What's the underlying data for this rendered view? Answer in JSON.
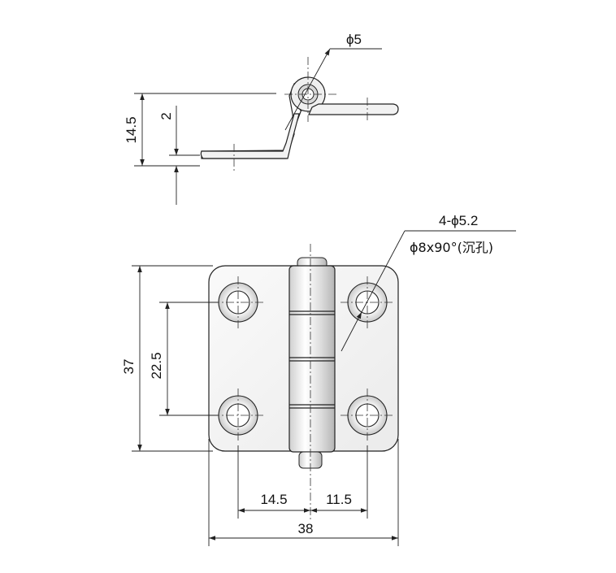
{
  "side_view": {
    "pin_diameter": "ϕ5",
    "total_height": "14.5",
    "leaf_thickness": "2"
  },
  "front_view": {
    "hole_callout_line1": "4-ϕ5.2",
    "hole_callout_line2": "ϕ8x90°(沉孔)",
    "height": "37",
    "hole_pitch_vertical": "22.5",
    "left_hole_offset": "14.5",
    "right_hole_offset": "11.5",
    "width": "38"
  },
  "colors": {
    "line": "#222222",
    "metal_light": "#f4f4f4",
    "metal_dark": "#b8b8b8"
  }
}
